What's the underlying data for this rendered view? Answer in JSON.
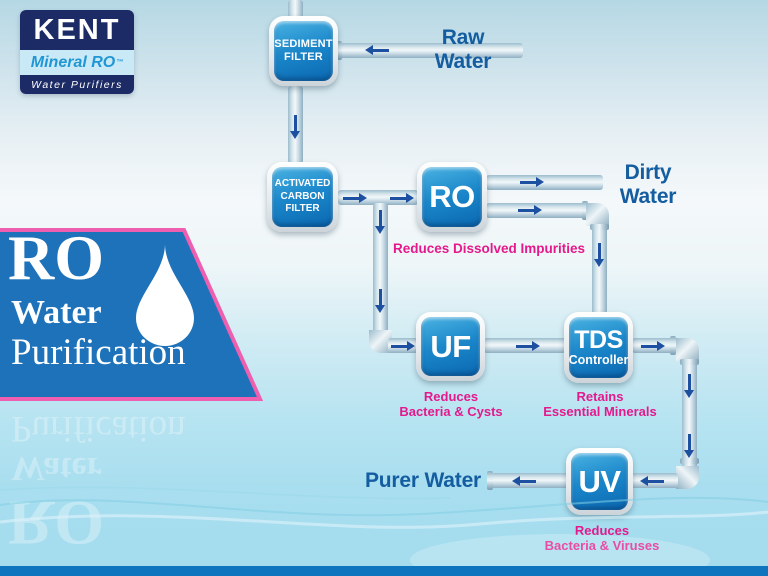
{
  "logo": {
    "brand": "KENT",
    "product": "Mineral RO",
    "trademark": "™",
    "tagline": "Water Purifiers"
  },
  "banner": {
    "line1": "RO",
    "line2": "Water",
    "line3": "Purification"
  },
  "flow": {
    "nodes": {
      "sediment": {
        "label_lines": [
          "SEDIMENT",
          "FILTER"
        ]
      },
      "carbon": {
        "label_lines": [
          "ACTIVATED",
          "CARBON",
          "FILTER"
        ]
      },
      "ro": {
        "label": "RO",
        "caption": "Reduces Dissolved Impurities"
      },
      "uf": {
        "label": "UF",
        "caption_lines": [
          "Reduces",
          "Bacteria & Cysts"
        ]
      },
      "tds": {
        "label": "TDS",
        "sublabel": "Controller",
        "caption_lines": [
          "Retains",
          "Essential Minerals"
        ]
      },
      "uv": {
        "label": "UV",
        "caption_lines": [
          "Reduces",
          "Bacteria & Viruses"
        ]
      }
    },
    "io_labels": {
      "raw": [
        "Raw",
        "Water"
      ],
      "dirty": [
        "Dirty",
        "Water"
      ],
      "purer": "Purer Water"
    }
  },
  "colors": {
    "navy": "#1c2b66",
    "node_blue": "#1b87ca",
    "banner_blue": "#1e72ba",
    "banner_border_pink": "#ef5fb0",
    "caption_magenta": "#e5198c",
    "label_blue": "#145da0",
    "arrow_blue": "#1d50a0",
    "logo_product_blue": "#2097d4",
    "bottom_bar_blue": "#0e74bd"
  }
}
